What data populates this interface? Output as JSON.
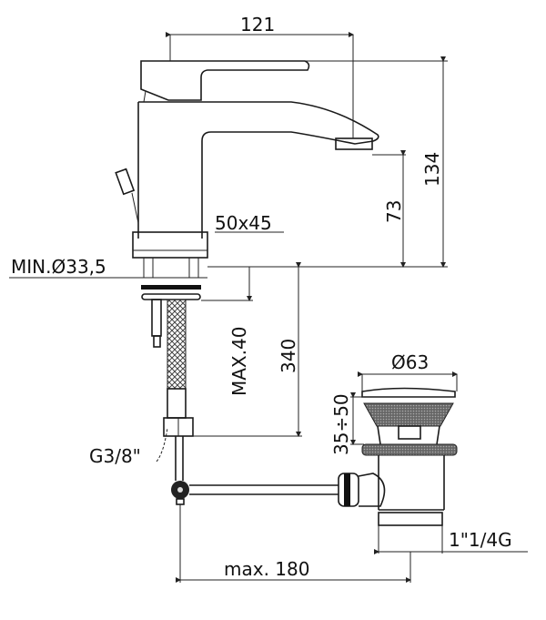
{
  "drawing": {
    "title": "Basin mixer with pop-up waste — technical drawing",
    "colors": {
      "line": "#1a1a1a",
      "background": "#ffffff",
      "hatch": "#555555"
    },
    "dimensions": {
      "width_121": "121",
      "height_134": "134",
      "spout_height_73": "73",
      "base_50x45": "50x45",
      "hole_min": "MIN.Ø33,5",
      "deck_max": "MAX.40",
      "hose_340": "340",
      "thread_g38": "G3/8\"",
      "waste_d63": "Ø63",
      "waste_range": "35÷50",
      "waste_thread": "1\"1/4G",
      "rod_max180": "max. 180"
    }
  }
}
